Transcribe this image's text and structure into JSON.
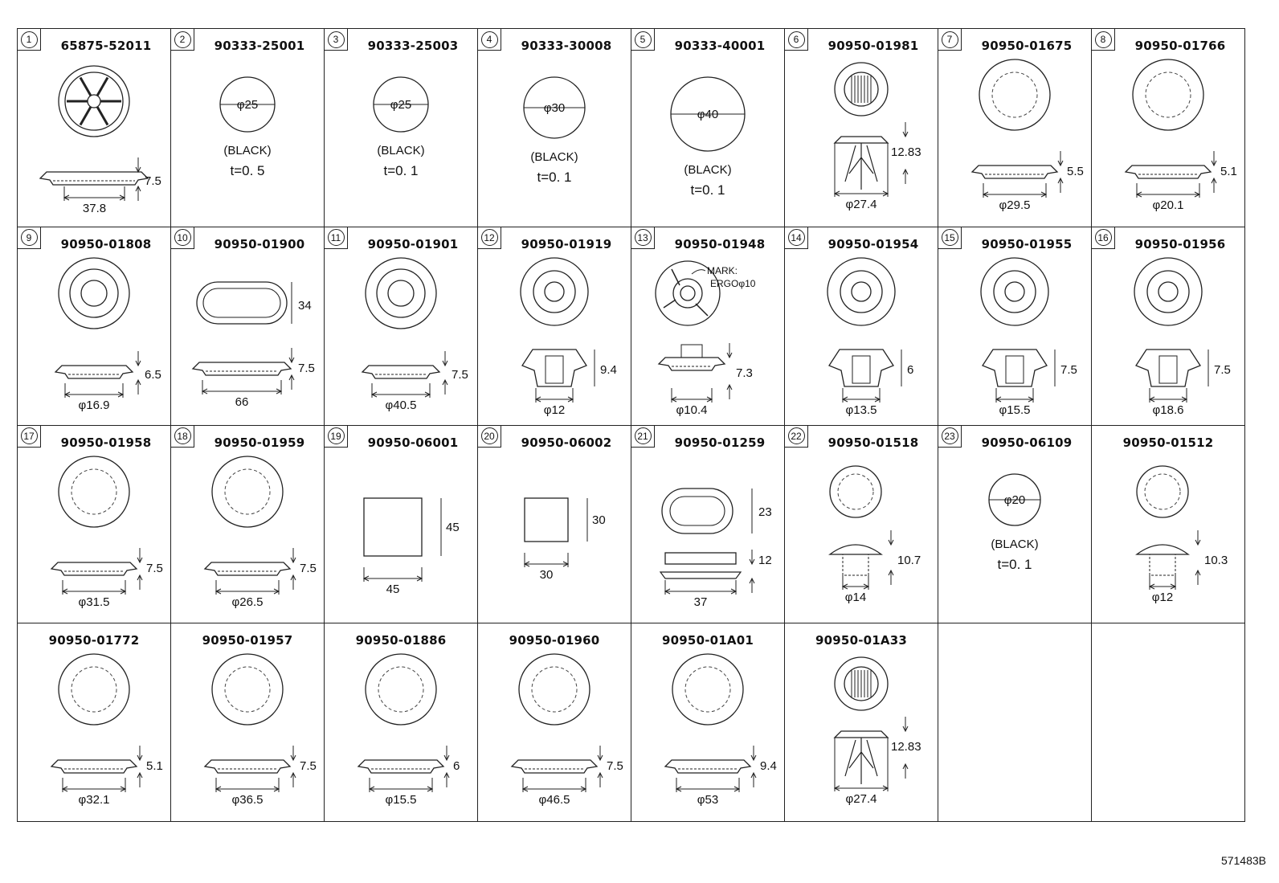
{
  "diagram_ref": "571483B",
  "cells": [
    {
      "num": "1",
      "part": "65875-52011",
      "fig": "vent",
      "dims": [
        "7.5",
        "37.8"
      ]
    },
    {
      "num": "2",
      "part": "90333-25001",
      "fig": "disc",
      "dims": [
        "φ25"
      ],
      "notes": [
        "(BLACK)",
        "t=0. 5"
      ]
    },
    {
      "num": "3",
      "part": "90333-25003",
      "fig": "disc",
      "dims": [
        "φ25"
      ],
      "notes": [
        "(BLACK)",
        "t=0. 1"
      ]
    },
    {
      "num": "4",
      "part": "90333-30008",
      "fig": "disc",
      "dims": [
        "φ30"
      ],
      "notes": [
        "(BLACK)",
        "t=0. 1"
      ]
    },
    {
      "num": "5",
      "part": "90333-40001",
      "fig": "disc",
      "dims": [
        "φ40"
      ],
      "notes": [
        "(BLACK)",
        "t=0. 1"
      ]
    },
    {
      "num": "6",
      "part": "90950-01981",
      "fig": "clip",
      "dims": [
        "12.83",
        "φ27.4"
      ]
    },
    {
      "num": "7",
      "part": "90950-01675",
      "fig": "plug",
      "dims": [
        "5.5",
        "φ29.5"
      ]
    },
    {
      "num": "8",
      "part": "90950-01766",
      "fig": "plug",
      "dims": [
        "5.1",
        "φ20.1"
      ]
    },
    {
      "num": "9",
      "part": "90950-01808",
      "fig": "grommet",
      "dims": [
        "6.5",
        "φ16.9"
      ]
    },
    {
      "num": "10",
      "part": "90950-01900",
      "fig": "oval",
      "dims": [
        "34",
        "7.5",
        "66"
      ]
    },
    {
      "num": "11",
      "part": "90950-01901",
      "fig": "grommet",
      "dims": [
        "7.5",
        "φ40.5"
      ]
    },
    {
      "num": "12",
      "part": "90950-01919",
      "fig": "tall",
      "dims": [
        "9.4",
        "φ12"
      ]
    },
    {
      "num": "13",
      "part": "90950-01948",
      "fig": "mark",
      "dims": [
        "7.3",
        "φ10.4"
      ],
      "notes": [
        "MARK:",
        "ERGOφ10"
      ]
    },
    {
      "num": "14",
      "part": "90950-01954",
      "fig": "tall",
      "dims": [
        "6",
        "φ13.5"
      ]
    },
    {
      "num": "15",
      "part": "90950-01955",
      "fig": "tall",
      "dims": [
        "7.5",
        "φ15.5"
      ]
    },
    {
      "num": "16",
      "part": "90950-01956",
      "fig": "tall",
      "dims": [
        "7.5",
        "φ18.6"
      ]
    },
    {
      "num": "17",
      "part": "90950-01958",
      "fig": "plug",
      "dims": [
        "7.5",
        "φ31.5"
      ]
    },
    {
      "num": "18",
      "part": "90950-01959",
      "fig": "plug",
      "dims": [
        "7.5",
        "φ26.5"
      ]
    },
    {
      "num": "19",
      "part": "90950-06001",
      "fig": "square",
      "dims": [
        "45",
        "45"
      ]
    },
    {
      "num": "20",
      "part": "90950-06002",
      "fig": "square",
      "dims": [
        "30",
        "30"
      ]
    },
    {
      "num": "21",
      "part": "90950-01259",
      "fig": "oval2",
      "dims": [
        "23",
        "12",
        "37"
      ]
    },
    {
      "num": "22",
      "part": "90950-01518",
      "fig": "cap",
      "dims": [
        "10.7",
        "φ14"
      ]
    },
    {
      "num": "23",
      "part": "90950-06109",
      "fig": "disc",
      "dims": [
        "φ20"
      ],
      "notes": [
        "(BLACK)",
        "t=0. 1"
      ]
    },
    {
      "num": "",
      "part": "90950-01512",
      "fig": "cap",
      "dims": [
        "10.3",
        "φ12"
      ]
    },
    {
      "num": "",
      "part": "90950-01772",
      "fig": "plug",
      "dims": [
        "5.1",
        "φ32.1"
      ]
    },
    {
      "num": "",
      "part": "90950-01957",
      "fig": "plug",
      "dims": [
        "7.5",
        "φ36.5"
      ]
    },
    {
      "num": "",
      "part": "90950-01886",
      "fig": "plug",
      "dims": [
        "6",
        "φ15.5"
      ]
    },
    {
      "num": "",
      "part": "90950-01960",
      "fig": "plug",
      "dims": [
        "7.5",
        "φ46.5"
      ]
    },
    {
      "num": "",
      "part": "90950-01A01",
      "fig": "plug",
      "dims": [
        "9.4",
        "φ53"
      ]
    },
    {
      "num": "",
      "part": "90950-01A33",
      "fig": "clip",
      "dims": [
        "12.83",
        "φ27.4"
      ]
    },
    {
      "num": "",
      "part": "",
      "fig": "empty",
      "dims": []
    },
    {
      "num": "",
      "part": "",
      "fig": "empty",
      "dims": []
    }
  ]
}
